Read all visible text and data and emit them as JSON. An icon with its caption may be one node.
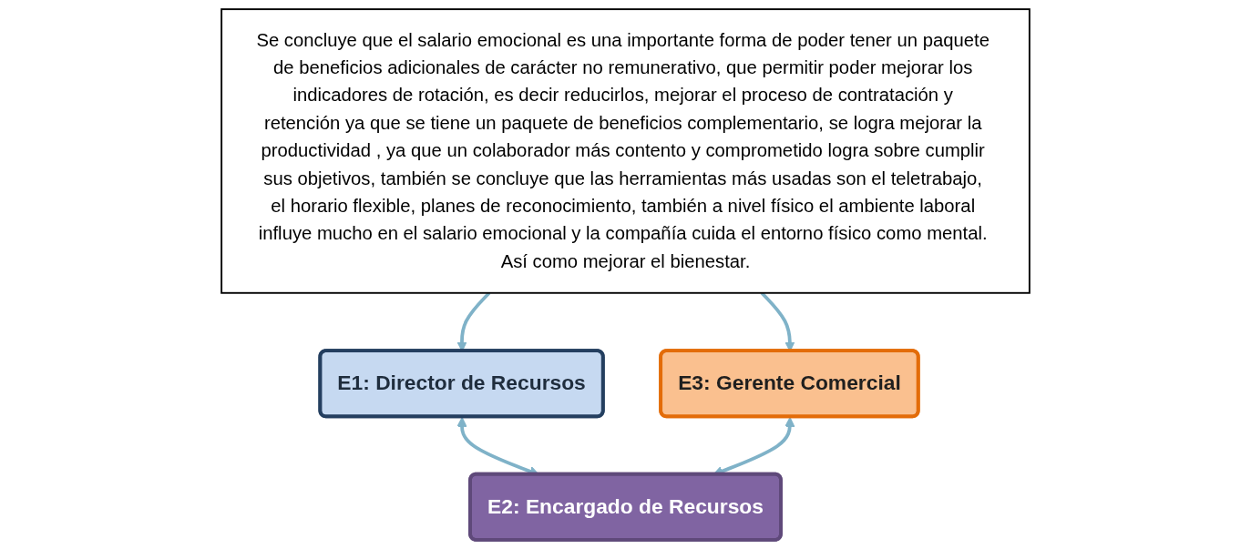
{
  "diagram": {
    "nodes": [
      {
        "text": [
          "E2: Encargado de Recursos"
        ]
      },
      {
        "text": [
          "Se concluye que el salario emocional es una importante forma de poder tener un paquete de beneficios adicionales de carácter no remunerativo, que permitir poder mejorar los indicadores de rotación, es decir reducirlos, mejorar el proceso de contratación y retención ya que se tiene un paquete de beneficios complementario, se logra mejorar la productividad , ya que un colaborador más contento y comprometido logra sobre cumplir sus objetivos, también se concluye que las herramientas más usadas son el teletrabajo, el horario flexible, planes de reconocimiento, también a nivel físico el ambiente laboral influye mucho en el salario emocional y la compañía cuida el entorno físico como mental. Así como mejorar el bienestar."
        ]
      },
      {
        "text": [
          "E1: Director de Recursos"
        ]
      },
      {
        "text": [
          "E3: Gerente Comercial"
        ]
      }
    ],
    "edges": [
      {
        "from": 2,
        "to": 0,
        "arrow": "both"
      },
      {
        "from": 3,
        "to": 0,
        "arrow": "both"
      },
      {
        "from": 1,
        "to": 2,
        "arrow": "to"
      },
      {
        "from": 1,
        "to": 3,
        "arrow": "to"
      }
    ]
  }
}
